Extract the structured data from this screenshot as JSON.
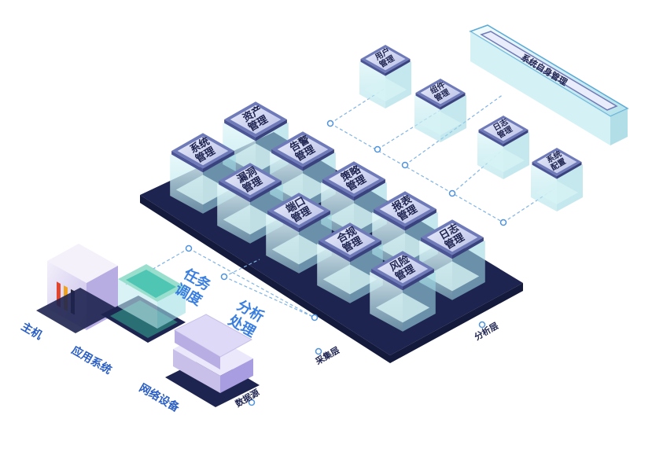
{
  "labels": {
    "host": "主机",
    "app_system": "应用系统",
    "network_device": "网络设备",
    "data_source": "数据源",
    "collect_layer": "采集层",
    "analysis_layer": "分析层",
    "task_schedule": "任务\n调度",
    "analysis_process": "分析\n处理"
  },
  "modules": [
    {
      "text": "资产\n管理"
    },
    {
      "text": "系统\n管理"
    },
    {
      "text": "告警\n管理"
    },
    {
      "text": "漏洞\n管理"
    },
    {
      "text": "策略\n管理"
    },
    {
      "text": "端口\n管理"
    },
    {
      "text": "报表\n管理"
    },
    {
      "text": "合规\n管理"
    },
    {
      "text": "日志\n管理"
    },
    {
      "text": "风险\n管理"
    }
  ],
  "top_modules": [
    {
      "text": "用户\n管理"
    },
    {
      "text": "组件\n管理"
    },
    {
      "text": "日志\n管理"
    },
    {
      "text": "系统\n配置"
    }
  ],
  "bar": {
    "text": "系统自身管理"
  },
  "colors": {
    "platform": "#1e2450",
    "module_face": "#cfd5f2",
    "module_ring": "#6f7bb8",
    "glass": "#bfe9ee",
    "accent": "#2f7fd6",
    "host": "#e7e2f6",
    "host_stripe_1": "#e2462e",
    "host_stripe_2": "#f0a11d",
    "host_stripe_3": "#2a2a3a",
    "teal": "#4fc6b4",
    "label_blue": "#2b5fc4"
  }
}
